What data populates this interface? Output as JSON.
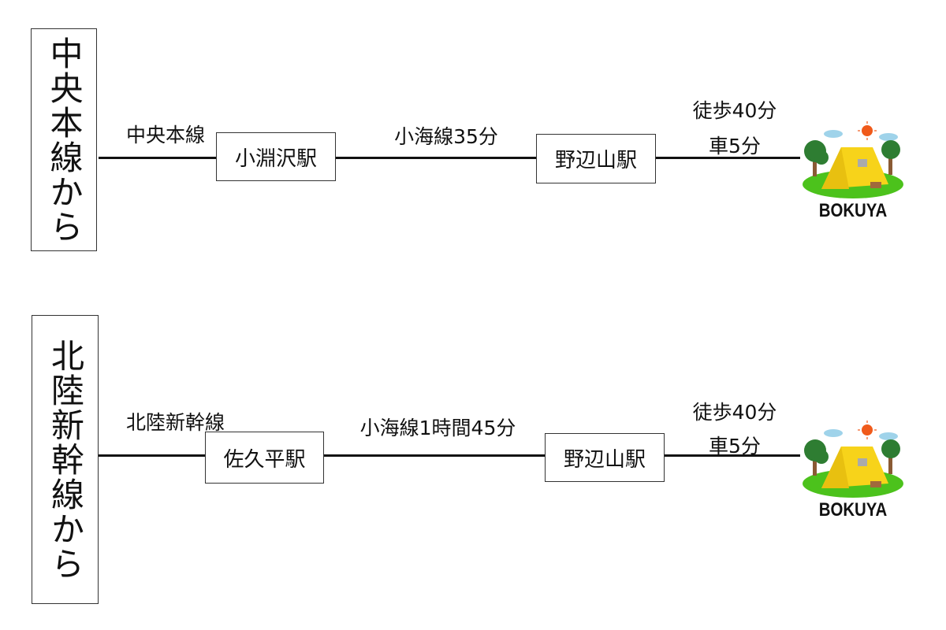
{
  "routes": [
    {
      "origin": "中央本線から",
      "first_line": "中央本線",
      "station1": "小淵沢駅",
      "transfer_line": "小海線35分",
      "station2": "野辺山駅",
      "walk": "徒歩40分",
      "car": "車5分",
      "destination": "BOKUYA"
    },
    {
      "origin": "北陸新幹線から",
      "first_line": "北陸新幹線",
      "station1": "佐久平駅",
      "transfer_line": "小海線1時間45分",
      "station2": "野辺山駅",
      "walk": "徒歩40分",
      "car": "車5分",
      "destination": "BOKUYA"
    }
  ]
}
